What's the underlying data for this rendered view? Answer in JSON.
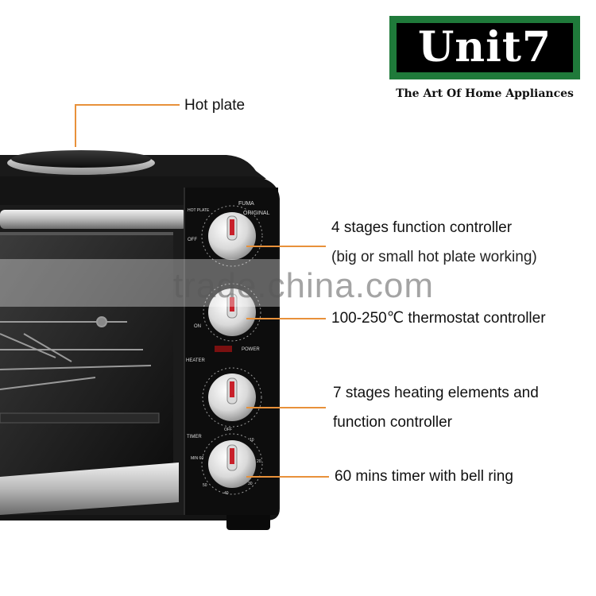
{
  "brand": {
    "name": "Unit7",
    "tagline": "The Art Of Home Appliances",
    "colors": {
      "border": "#1f7a3a",
      "background": "#000000",
      "text": "#ffffff"
    }
  },
  "panel": {
    "model_label": "FUMA",
    "model_sublabel": "ORIGINAL",
    "hot_plate_label": "HOT PLATE",
    "off_label": "OFF",
    "on_label": "ON",
    "heater_label": "HEATER",
    "power_label": "POWER",
    "timer_label": "TIMER",
    "timer_marks": [
      "OFF",
      "10",
      "20",
      "30",
      "40",
      "50",
      "MIN 60"
    ]
  },
  "callouts": {
    "hot_plate": "Hot plate",
    "function_controller_line1": "4 stages function controller",
    "function_controller_line2": "(big or small hot plate working)",
    "thermostat": "100-250℃  thermostat controller",
    "heating_line1": "7 stages heating elements and",
    "heating_line2": "function controller",
    "timer": "60 mins timer with bell ring"
  },
  "watermark": "trade.china.com",
  "colors": {
    "leader_line": "#e8913a",
    "knob_indicator": "#c8202a",
    "oven_body": "#141414"
  }
}
